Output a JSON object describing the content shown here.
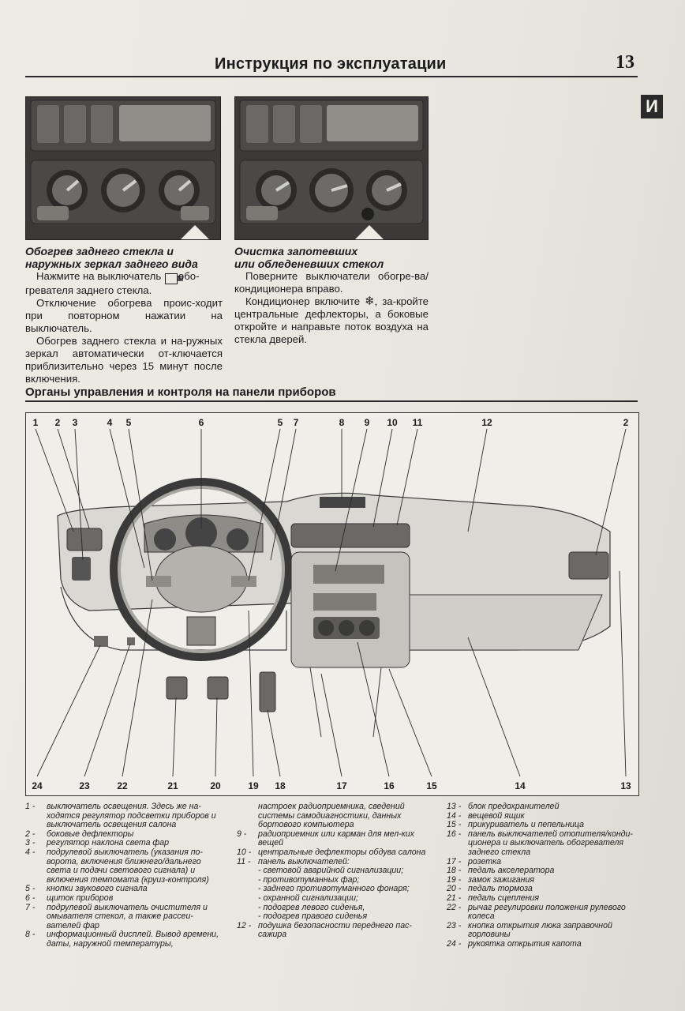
{
  "header": {
    "title": "Инструкция по эксплуатации",
    "page_number": "13",
    "section_tab": "И"
  },
  "left_column": {
    "heading_line1": "Обогрев заднего стекла и",
    "heading_line2": "наружных зеркал заднего вида",
    "p1_before": "Нажмите на выключатель",
    "p1_after": "обо-",
    "p1_line2": "гревателя заднего стекла.",
    "p2": "Отключение обогрева проис-ходит при повторном нажатии на выключатель.",
    "p3": "Обогрев заднего стекла и на-ружных зеркал автоматически от-ключается приблизительно через 15 минут после включения."
  },
  "right_column": {
    "heading_line1": "Очистка запотевших",
    "heading_line2": "или обледеневших стекол",
    "p1": "Поверните выключатели обогре-ва/кондиционера вправо.",
    "p2_before": "Кондиционер включите",
    "p2_after": ", за-кройте центральные дефлекторы, а боковые откройте и направьте поток воздуха на стекла дверей."
  },
  "section": {
    "title": "Органы управления и контроля на панели приборов"
  },
  "callouts_top": [
    "1",
    "2",
    "3",
    "4",
    "5",
    "6",
    "5",
    "7",
    "8",
    "9",
    "10",
    "11",
    "12",
    "2"
  ],
  "callouts_bottom": [
    "24",
    "23",
    "22",
    "21",
    "20",
    "19",
    "18",
    "17",
    "16",
    "15",
    "14",
    "13"
  ],
  "legend": {
    "col_a": [
      {
        "n": "1 -",
        "t": "выключатель освещения. Здесь же на-ходятся регулятор подсветки приборов и выключатель освещения салона"
      },
      {
        "n": "2 -",
        "t": "боковые дефлекторы"
      },
      {
        "n": "3 -",
        "t": "регулятор наклона света фар"
      },
      {
        "n": "4 -",
        "t": "подрулевой выключатель (указания по-ворота, включения ближнего/дальнего света и подачи светового сигнала) и включения темпомата (круиз-контроля)"
      },
      {
        "n": "5 -",
        "t": "кнопки звукового сигнала"
      },
      {
        "n": "6 -",
        "t": "щиток приборов"
      },
      {
        "n": "7 -",
        "t": "подрулевой выключатель очистителя и омывателя стекол, а также рассеи-вателей фар"
      },
      {
        "n": "8 -",
        "t": "информационный дисплей. Вывод времени, даты, наружной температуры,"
      }
    ],
    "col_b_cont": "настроек радиоприемника, сведений системы самодиагностики, данных бортового компьютера",
    "col_b": [
      {
        "n": "9 -",
        "t": "радиоприемник или карман для мел-ких вещей"
      },
      {
        "n": "10 -",
        "t": "центральные дефлекторы обдува салона"
      },
      {
        "n": "11 -",
        "t": "панель выключателей:"
      }
    ],
    "col_b_sub": [
      "- световой аварийной сигнализации;",
      "- противотуманных фар;",
      "- заднего противотуманного фонаря;",
      "- охранной сигнализации;",
      "- подогрев левого сиденья,",
      "- подогрев правого сиденья"
    ],
    "col_b_last": {
      "n": "12 -",
      "t": "подушка безопасности переднего пас-сажира"
    },
    "col_c": [
      {
        "n": "13 -",
        "t": "блок предохранителей"
      },
      {
        "n": "14 -",
        "t": "вещевой ящик"
      },
      {
        "n": "15 -",
        "t": "прикуриватель и пепельница"
      },
      {
        "n": "16 -",
        "t": "панель выключателей отопителя/конди-ционера и выключатель обогревателя заднего стекла"
      },
      {
        "n": "17 -",
        "t": "розетка"
      },
      {
        "n": "18 -",
        "t": "педаль акселератора"
      },
      {
        "n": "19 -",
        "t": "замок зажигания"
      },
      {
        "n": "20 -",
        "t": "педаль тормоза"
      },
      {
        "n": "21 -",
        "t": "педаль сцепления"
      },
      {
        "n": "22 -",
        "t": "рычаг регулировки положения рулевого колеса"
      },
      {
        "n": "23 -",
        "t": "кнопка открытия люка заправочной горловины"
      },
      {
        "n": "24 -",
        "t": "рукоятка открытия капота"
      }
    ]
  }
}
